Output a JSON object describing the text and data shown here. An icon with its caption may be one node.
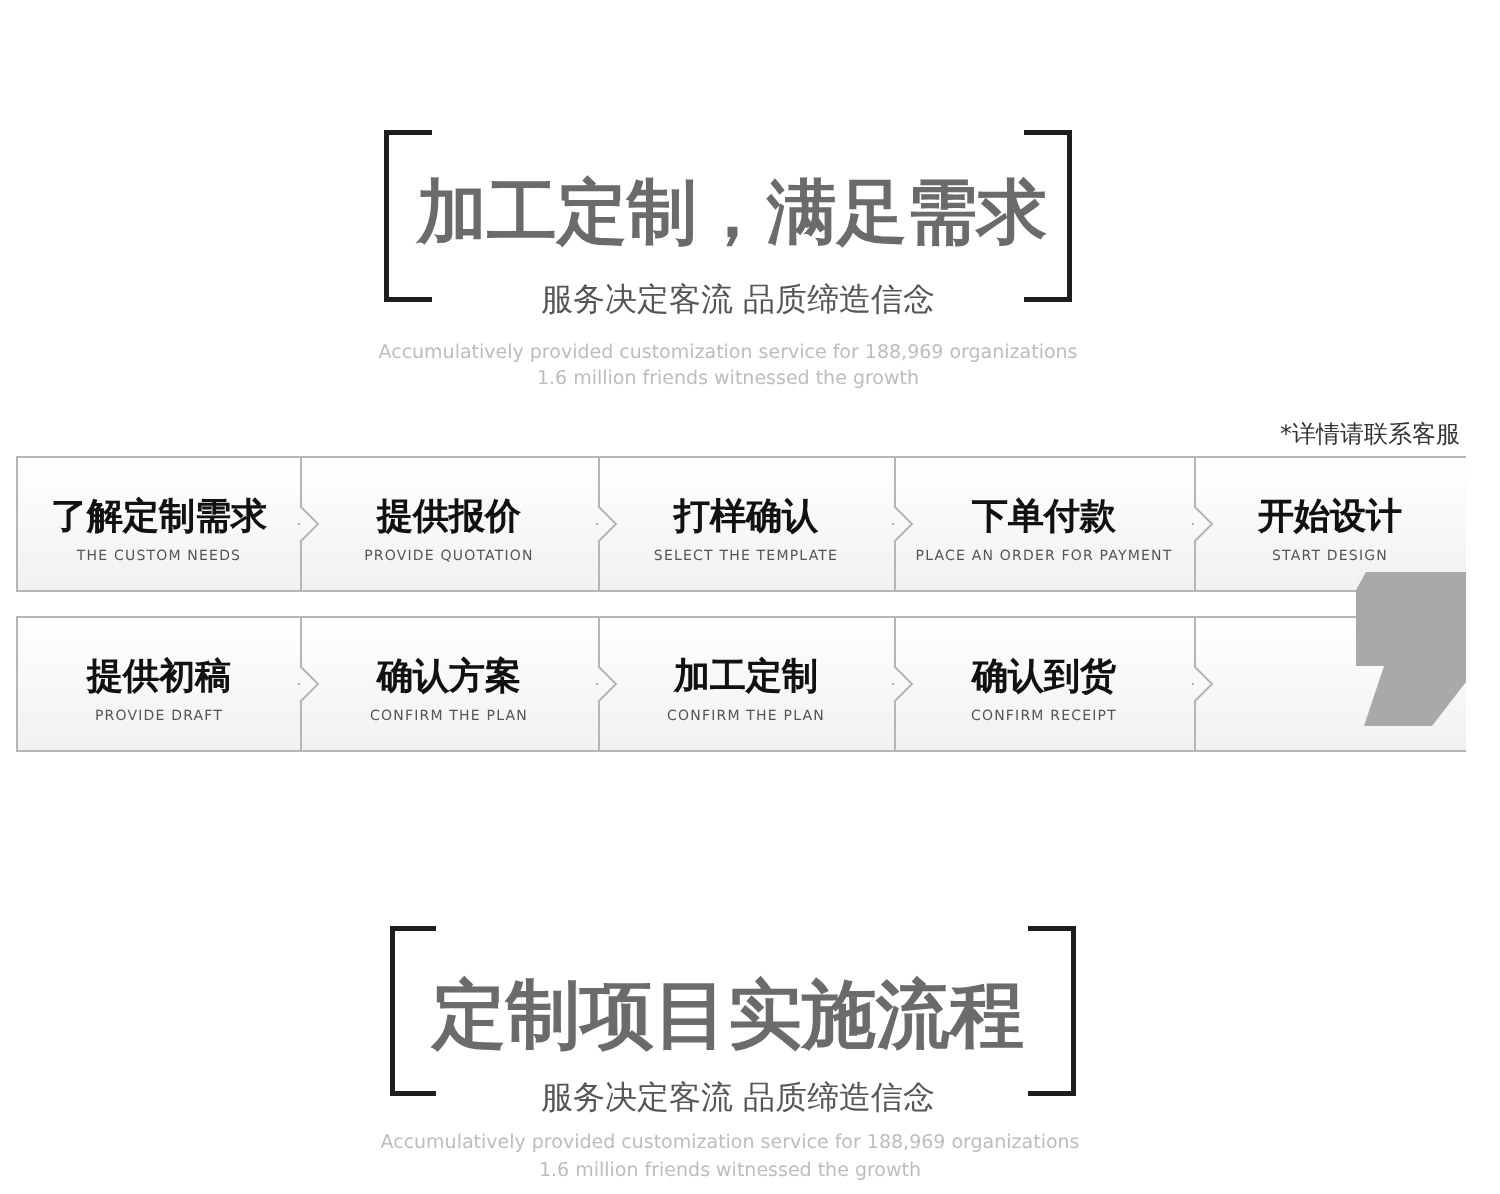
{
  "diagram": {
    "title": "加工定制，满足需求",
    "nodes": [
      {
        "text": [
          "了解定制需求",
          "THE CUSTOM NEEDS"
        ]
      },
      {
        "text": [
          "提供报价",
          "PROVIDE QUOTATION"
        ]
      },
      {
        "text": [
          "打样确认",
          "SELECT THE TEMPLATE"
        ]
      },
      {
        "text": [
          "下单付款",
          "PLACE AN ORDER FOR PAYMENT"
        ]
      },
      {
        "text": [
          "开始设计",
          "START DESIGN"
        ]
      },
      {
        "text": [
          "提供初稿",
          "PROVIDE DRAFT"
        ]
      },
      {
        "text": [
          "确认方案",
          "CONFIRM THE PLAN"
        ]
      },
      {
        "text": [
          "加工定制",
          "CONFIRM THE PLAN"
        ]
      },
      {
        "text": [
          "确认到货",
          "CONFIRM RECEIPT"
        ]
      },
      {
        "text": [],
        "shape": "box"
      }
    ],
    "edges": [
      {
        "from": 0,
        "to": 1,
        "arrow": "to"
      },
      {
        "from": 1,
        "to": 2,
        "arrow": "to"
      },
      {
        "from": 2,
        "to": 3,
        "arrow": "to"
      },
      {
        "from": 3,
        "to": 4,
        "arrow": "to"
      },
      {
        "from": 5,
        "to": 6,
        "arrow": "to"
      },
      {
        "from": 6,
        "to": 7,
        "arrow": "to"
      },
      {
        "from": 7,
        "to": 8,
        "arrow": "to"
      },
      {
        "from": 8,
        "to": 9,
        "arrow": "to"
      }
    ],
    "labels": [
      "服务决定客流 品质缔造信念",
      "Accumulatively provided customization service for 188,969 organizations",
      "1.6 million friends witnessed the growth",
      "*详情请联系客服",
      "定制项目实施流程",
      "服务决定客流 品质缔造信念",
      "Accumulatively provided customization service for 188,969 organizations",
      "1.6 million friends witnessed the growth"
    ]
  }
}
